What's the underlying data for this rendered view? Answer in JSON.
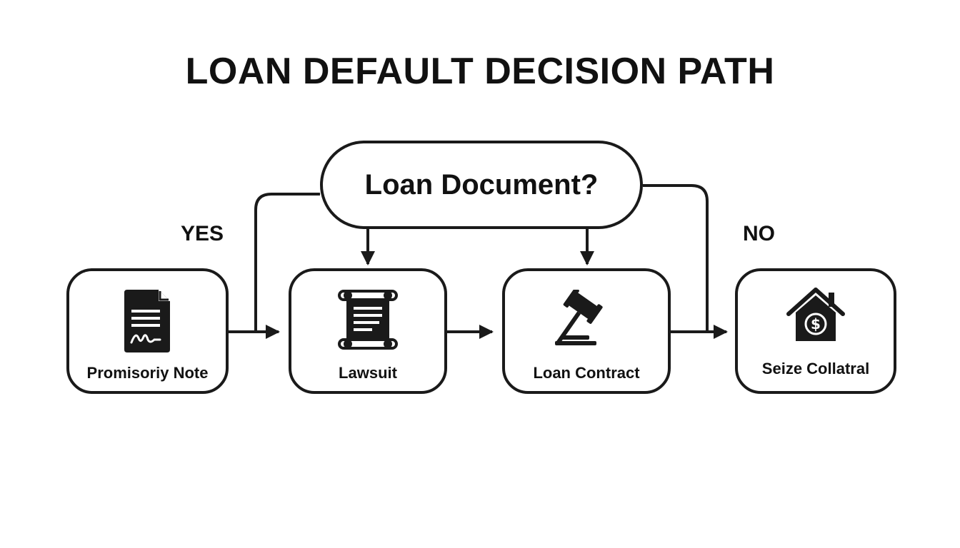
{
  "title": "LOAN DEFAULT DECISION PATH",
  "decision": {
    "label": "Loan Document?"
  },
  "branches": {
    "yes": "YES",
    "no": "NO"
  },
  "nodes": [
    {
      "id": "promissory-note",
      "label": "Promisoriy Note",
      "icon": "document-signature-icon"
    },
    {
      "id": "lawsuit",
      "label": "Lawsuit",
      "icon": "scroll-icon"
    },
    {
      "id": "loan-contract",
      "label": "Loan Contract",
      "icon": "gavel-icon"
    },
    {
      "id": "seize-collateral",
      "label": "Seize Collatral",
      "icon": "house-dollar-icon"
    }
  ],
  "colors": {
    "ink": "#1a1a1a",
    "background": "#ffffff"
  }
}
